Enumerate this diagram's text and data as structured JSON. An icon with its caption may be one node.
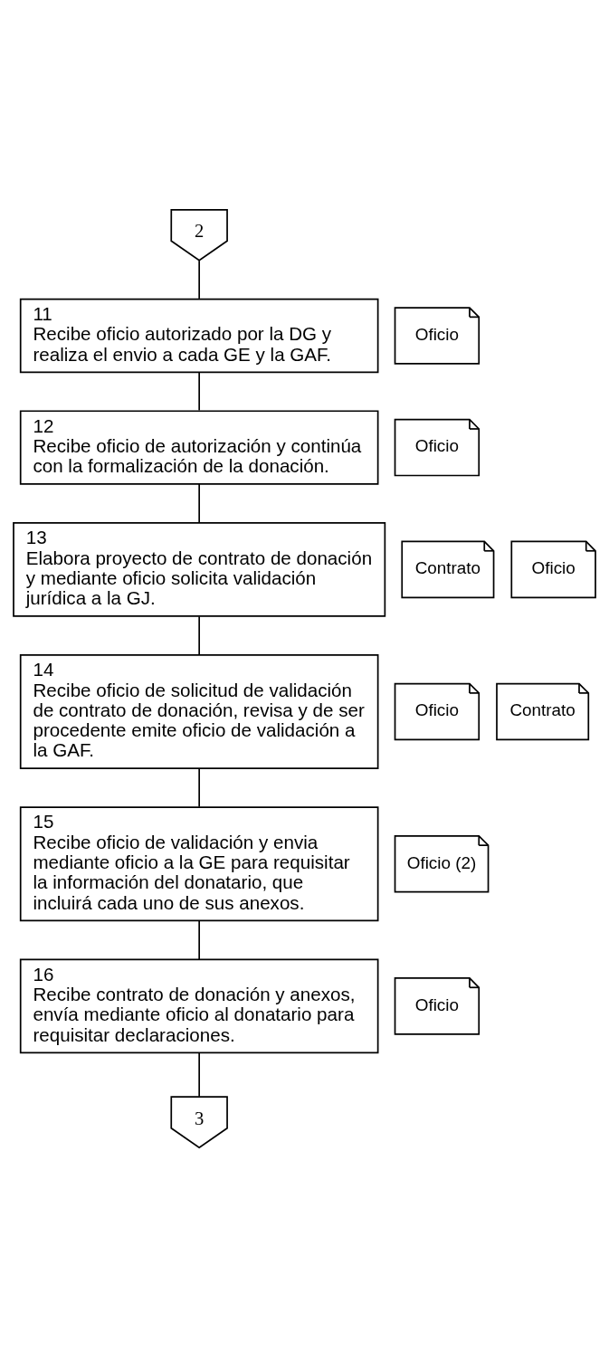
{
  "diagram": {
    "nodes": [
      {
        "text": [
          "2"
        ]
      },
      {
        "text": [
          "11",
          "Recibe oficio autorizado por la DG y realiza el envio a cada GE y la GAF."
        ]
      },
      {
        "text": [
          "Oficio"
        ]
      },
      {
        "text": [
          "12",
          "Recibe oficio de autorización y continúa con la formalización de la donación."
        ]
      },
      {
        "text": [
          "Oficio"
        ]
      },
      {
        "text": [
          "13",
          "Elabora proyecto de contrato de donación y mediante oficio solicita validación jurídica a la GJ."
        ]
      },
      {
        "text": [
          "Contrato"
        ]
      },
      {
        "text": [
          "Oficio"
        ]
      },
      {
        "text": [
          "14",
          "Recibe oficio de solicitud de validación de contrato de donación, revisa y de ser procedente emite oficio de validación a la GAF."
        ]
      },
      {
        "text": [
          "Oficio"
        ]
      },
      {
        "text": [
          "Contrato"
        ]
      },
      {
        "text": [
          "15",
          "Recibe oficio de validación y envia mediante oficio a la GE para requisitar la información del donatario, que incluirá cada uno de sus anexos."
        ]
      },
      {
        "text": [
          "Oficio (2)"
        ]
      },
      {
        "text": [
          "16",
          "Recibe contrato de donación y anexos, envía mediante oficio al donatario para requisitar declaraciones."
        ]
      },
      {
        "text": [
          "Oficio"
        ]
      },
      {
        "text": [
          "3"
        ]
      }
    ],
    "edges": [
      {
        "from": 0,
        "to": 1,
        "arrow": "none"
      },
      {
        "from": 1,
        "to": 3,
        "arrow": "none"
      },
      {
        "from": 3,
        "to": 5,
        "arrow": "none"
      },
      {
        "from": 5,
        "to": 8,
        "arrow": "none"
      },
      {
        "from": 8,
        "to": 11,
        "arrow": "none"
      },
      {
        "from": 11,
        "to": 13,
        "arrow": "none"
      },
      {
        "from": 13,
        "to": 15,
        "arrow": "none"
      }
    ]
  }
}
